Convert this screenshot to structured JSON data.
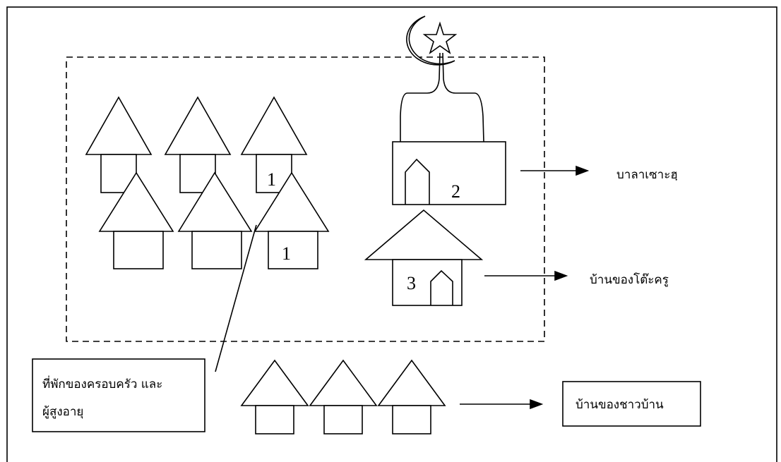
{
  "labels": {
    "mosque_number": "2",
    "teacher_house_number": "3",
    "family_house_number_top": "1",
    "family_house_number_bottom": "1",
    "balai": "บาลาเซาะฮฺ",
    "teacher_house": "บ้านของโต๊ะครู",
    "family_residence_line1": "ที่พักของครอบครัว และ",
    "family_residence_line2": "ผู้สูงอายุ",
    "villager_houses": "บ้านของชาวบ้าน"
  },
  "colors": {
    "stroke": "#000000",
    "background": "#ffffff"
  },
  "icons": [
    "crescent-star-icon",
    "house-icon",
    "mosque-icon",
    "arrow-icon"
  ]
}
